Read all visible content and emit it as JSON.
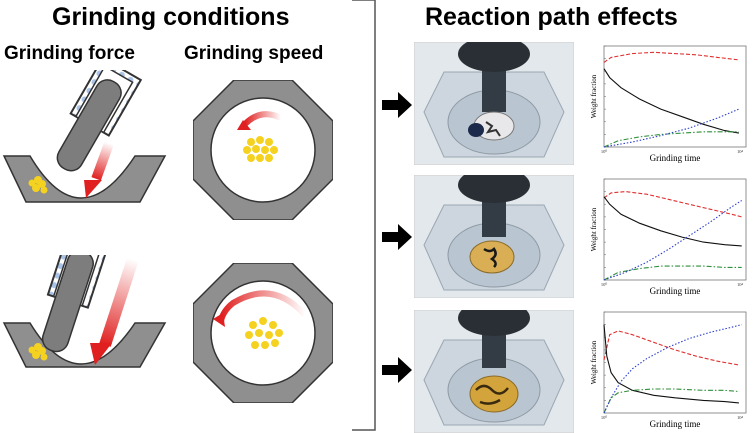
{
  "left": {
    "title": "Grinding conditions",
    "col1": "Grinding force",
    "col2": "Grinding speed"
  },
  "right": {
    "title": "Reaction path effects"
  },
  "colors": {
    "mortar": "#8f8f8f",
    "pestle": "#7d7d7d",
    "ball": "#f5d21f",
    "arrow": "#e02020",
    "frame_blue": "#a9c3e6",
    "series_red": "#e03030",
    "series_black": "#111111",
    "series_green": "#2f8f3a",
    "series_blue": "#2a3fcc"
  },
  "chart_data": [
    {
      "type": "line",
      "xlabel": "Grinding time",
      "ylabel": "Weight fraction",
      "x_tick_labels": [
        "10⁰",
        "10⁴"
      ],
      "xlim": [
        0,
        1
      ],
      "ylim": [
        0,
        0.8
      ],
      "series": [
        {
          "style": "dashed",
          "color": "red",
          "x": [
            0,
            0.05,
            0.2,
            0.35,
            0.5,
            0.65,
            0.8,
            0.95
          ],
          "y": [
            0.67,
            0.71,
            0.74,
            0.75,
            0.74,
            0.73,
            0.71,
            0.69
          ]
        },
        {
          "style": "solid",
          "color": "black",
          "x": [
            0,
            0.04,
            0.12,
            0.25,
            0.4,
            0.55,
            0.7,
            0.85,
            0.95
          ],
          "y": [
            0.62,
            0.55,
            0.47,
            0.38,
            0.3,
            0.24,
            0.18,
            0.13,
            0.11
          ]
        },
        {
          "style": "dashdot",
          "color": "green",
          "x": [
            0,
            0.1,
            0.25,
            0.4,
            0.55,
            0.7,
            0.85,
            0.95
          ],
          "y": [
            0.0,
            0.05,
            0.08,
            0.1,
            0.11,
            0.12,
            0.12,
            0.12
          ]
        },
        {
          "style": "dotted",
          "color": "blue",
          "x": [
            0,
            0.2,
            0.4,
            0.6,
            0.8,
            0.95
          ],
          "y": [
            0.0,
            0.04,
            0.09,
            0.15,
            0.23,
            0.3
          ]
        }
      ]
    },
    {
      "type": "line",
      "xlabel": "Grinding time",
      "ylabel": "Weight fraction",
      "x_tick_labels": [
        "10⁰",
        "10⁴"
      ],
      "xlim": [
        0,
        1
      ],
      "ylim": [
        0,
        0.8
      ],
      "series": [
        {
          "style": "dashed",
          "color": "red",
          "x": [
            0,
            0.05,
            0.15,
            0.3,
            0.45,
            0.6,
            0.75,
            0.9,
            0.97
          ],
          "y": [
            0.65,
            0.69,
            0.7,
            0.68,
            0.64,
            0.6,
            0.56,
            0.52,
            0.5
          ]
        },
        {
          "style": "solid",
          "color": "black",
          "x": [
            0,
            0.04,
            0.12,
            0.25,
            0.4,
            0.55,
            0.7,
            0.85,
            0.97
          ],
          "y": [
            0.66,
            0.6,
            0.52,
            0.45,
            0.39,
            0.34,
            0.3,
            0.28,
            0.27
          ]
        },
        {
          "style": "dashdot",
          "color": "green",
          "x": [
            0,
            0.1,
            0.25,
            0.4,
            0.55,
            0.7,
            0.85,
            0.97
          ],
          "y": [
            0.0,
            0.06,
            0.09,
            0.11,
            0.11,
            0.11,
            0.1,
            0.1
          ]
        },
        {
          "style": "dotted",
          "color": "blue",
          "x": [
            0,
            0.15,
            0.3,
            0.45,
            0.6,
            0.75,
            0.9,
            0.97
          ],
          "y": [
            0.0,
            0.06,
            0.14,
            0.24,
            0.35,
            0.46,
            0.58,
            0.63
          ]
        }
      ]
    },
    {
      "type": "line",
      "xlabel": "Grinding time",
      "ylabel": "Weight fraction",
      "x_tick_labels": [
        "10⁰",
        "10⁴"
      ],
      "xlim": [
        0,
        1
      ],
      "ylim": [
        0,
        0.8
      ],
      "series": [
        {
          "style": "dashed",
          "color": "red",
          "x": [
            0,
            0.04,
            0.1,
            0.2,
            0.35,
            0.5,
            0.65,
            0.8,
            0.95
          ],
          "y": [
            0.42,
            0.62,
            0.65,
            0.62,
            0.56,
            0.5,
            0.45,
            0.41,
            0.38
          ]
        },
        {
          "style": "solid",
          "color": "black",
          "x": [
            0,
            0.02,
            0.05,
            0.1,
            0.2,
            0.35,
            0.5,
            0.7,
            0.85,
            0.95
          ],
          "y": [
            0.7,
            0.45,
            0.32,
            0.24,
            0.18,
            0.14,
            0.12,
            0.1,
            0.09,
            0.08
          ]
        },
        {
          "style": "dashdot",
          "color": "green",
          "x": [
            0,
            0.05,
            0.1,
            0.2,
            0.35,
            0.5,
            0.7,
            0.85,
            0.95
          ],
          "y": [
            0.0,
            0.12,
            0.16,
            0.18,
            0.19,
            0.19,
            0.18,
            0.18,
            0.17
          ]
        },
        {
          "style": "dotted",
          "color": "blue",
          "x": [
            0,
            0.05,
            0.12,
            0.2,
            0.3,
            0.45,
            0.6,
            0.75,
            0.9,
            0.97
          ],
          "y": [
            0.0,
            0.12,
            0.25,
            0.35,
            0.43,
            0.52,
            0.59,
            0.64,
            0.68,
            0.7
          ]
        }
      ]
    }
  ]
}
